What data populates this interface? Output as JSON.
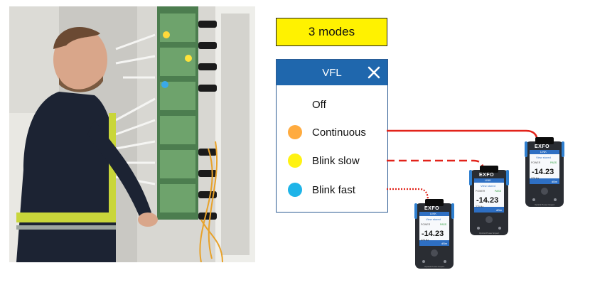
{
  "badge": {
    "label": "3 modes",
    "color": "#fff200"
  },
  "panel": {
    "title": "VFL",
    "items": [
      {
        "label": "Off",
        "color": null
      },
      {
        "label": "Continuous",
        "color": "#ffab3f"
      },
      {
        "label": "Blink slow",
        "color": "#fff212"
      },
      {
        "label": "Blink fast",
        "color": "#1eb4e8"
      }
    ]
  },
  "devices": [
    {
      "brand": "EXFO",
      "mode": "LINK",
      "status": "View stored",
      "reading": "-14.23",
      "power_label": "POWER",
      "pass_label": "PASS",
      "wavelength": "270 Hz",
      "unit": "dBm",
      "model": "Optical Power Expert"
    },
    {
      "brand": "EXFO",
      "mode": "LINK",
      "status": "View stored",
      "reading": "-14.23",
      "power_label": "POWER",
      "pass_label": "PASS",
      "wavelength": "270 Hz",
      "unit": "dBm",
      "model": "Optical Power Expert"
    },
    {
      "brand": "EXFO",
      "mode": "LINK",
      "status": "View stored",
      "reading": "-14.23",
      "power_label": "POWER",
      "pass_label": "PASS",
      "wavelength": "270 Hz",
      "unit": "dBm",
      "model": "Optical Power Expert"
    }
  ],
  "colors": {
    "header": "#1f67ad",
    "fiber": "#e2231a"
  }
}
